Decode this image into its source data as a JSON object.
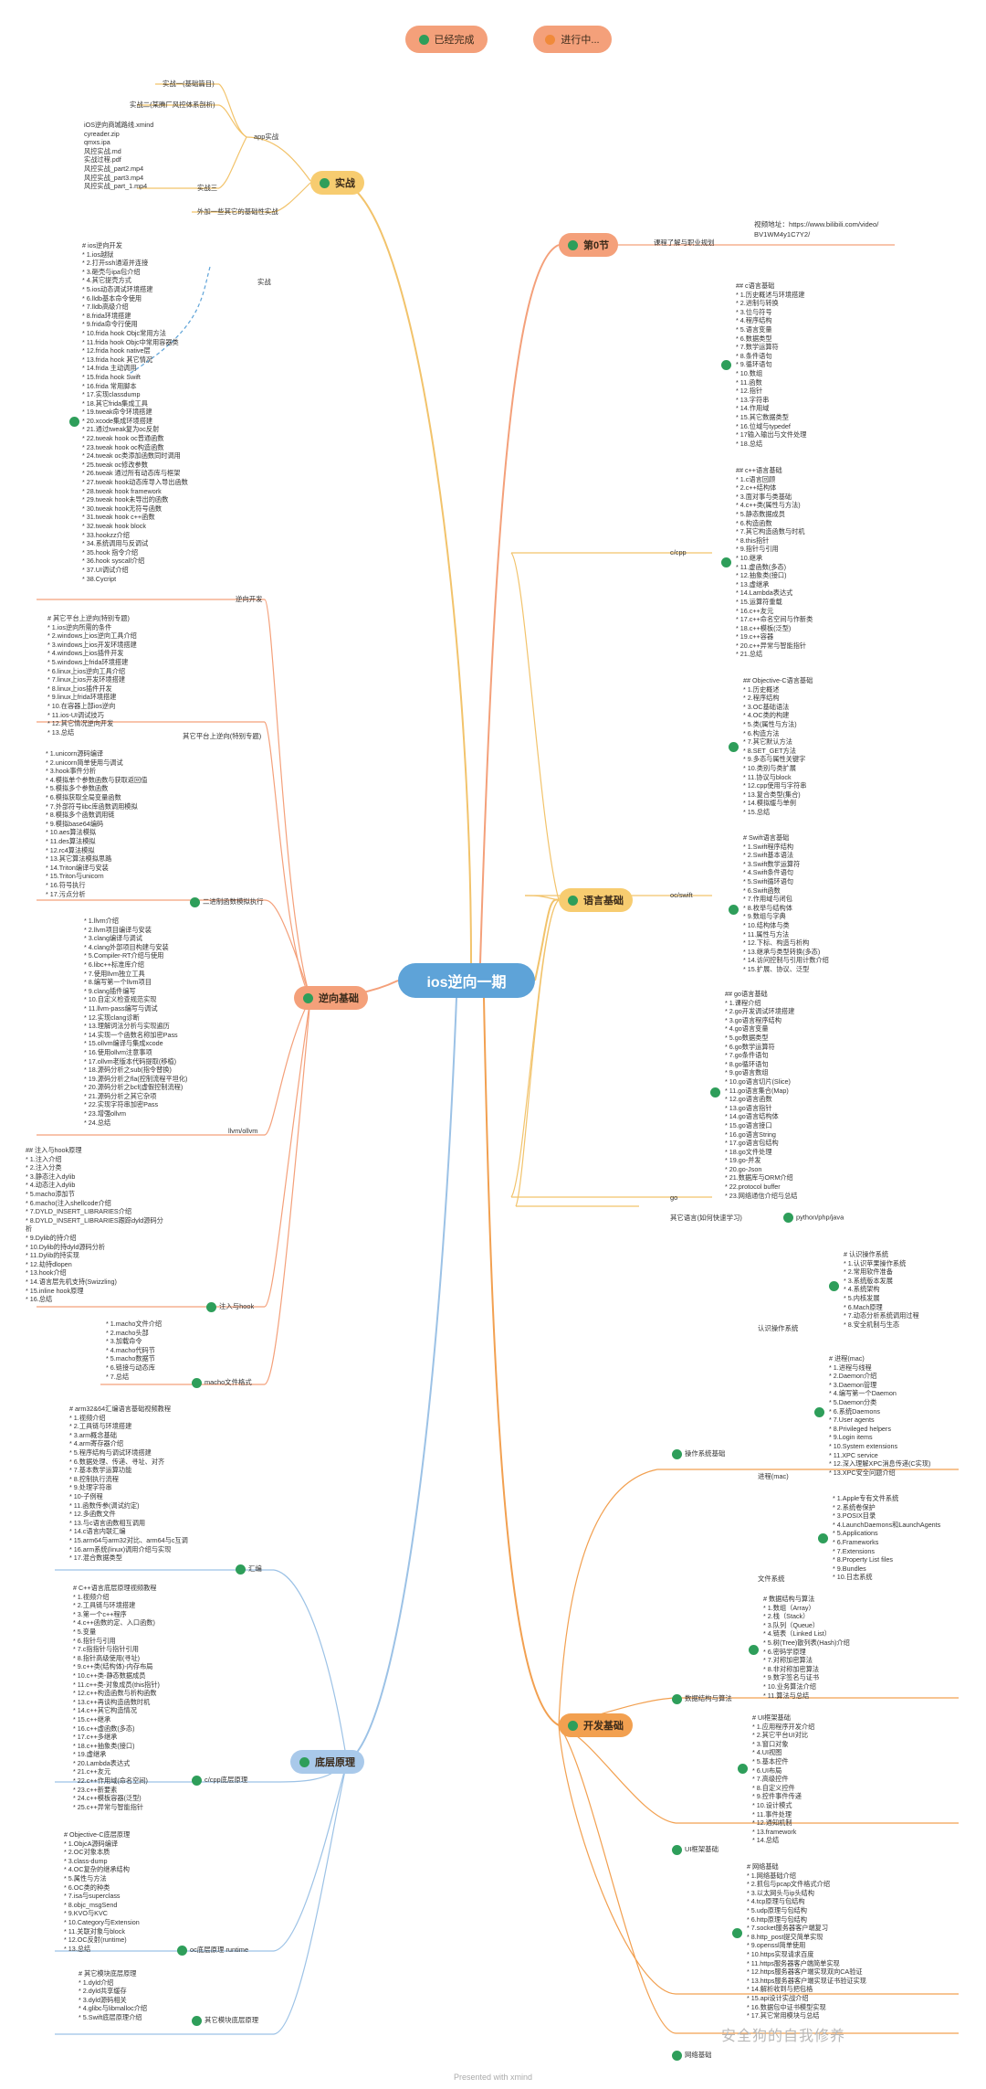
{
  "legend": {
    "done": "已经完成",
    "in_progress": "进行中..."
  },
  "root": "ios逆向一期",
  "nodes": {
    "shizhan": "实战",
    "diyijie": "第0节",
    "yuyan": "语言基础",
    "nixiang": "逆向基础",
    "kaifa": "开发基础",
    "diceng": "底层原理"
  },
  "labels": {
    "app_shizhan": "app实战",
    "shizhan1": "实战一(基础篇目)",
    "shizhan2": "实战二(某腾厂风控体系剖析)",
    "shizhan3": "实战三",
    "shizhan_other": "外加一些其它的基础性实战",
    "shizhan_curve": "实战",
    "kecheng": "课程了解与职业规划",
    "cpp": "c/cpp",
    "ocswift": "oc/swift",
    "go": "go",
    "other_lang": "其它语言(如何快速学习)",
    "python": "python/php/java",
    "nixiang_kaifa": "逆向开发",
    "qita_pingtai": "其它平台上逆向(特别专题)",
    "erjinzhi": "二进制函数模拟执行",
    "llvm": "llvm/ollvm",
    "zhuru": "注入与hook",
    "macho": "macho文件格式",
    "huibian": "汇编",
    "ccpp_diceng": "c/cpp底层原理",
    "oc_diceng": "oc底层原理 runtime",
    "qita_diceng": "其它模块底层原理",
    "xitong": "操作系统基础",
    "renshi": "认识操作系统",
    "jincheng": "进程(mac)",
    "wenjian": "文件系统",
    "shuju": "数据结构与算法",
    "ui": "UI框架基础",
    "wangluo": "网络基础"
  },
  "texts": {
    "shizhan3_files": "iOS逆向商城路线.xmind\ncyreader.zip\nqmxs.ipa\n风控实战.md\n实战过程.pdf\n风控实战_part2.mp4\n风控实战_part3.mp4\n风控实战_part_1.mp4",
    "video": "视频地址：https://www.bilibili.com/video/\nBV1WM4y1C7Y2/",
    "ios_re": "# ios逆向开发\n* 1.ios越狱\n* 2.打开ssh通道并连接\n* 3.砸壳与ipa包介绍\n* 4.其它提壳方式\n* 5.ios动态调试环境搭建\n* 6.lldb基本命令使用\n* 7.lldb高级介绍\n* 8.frida环境搭建\n* 9.frida命令行使用\n* 10.frida hook Objc常用方法\n* 11.frida hook Objc中常用容器类\n* 12.frida hook native层\n* 13.frida hook 其它情况\n* 14.frida 主动调用\n* 15.frida hook Swift\n* 16.frida 常用脚本\n* 17.实现classdump\n* 18.其它frida集成工具\n* 19.tweak命令环境搭建\n* 20.xcode集成环境搭建\n* 21.通过tweak复为oc反射\n* 22.tweak hook oc普通函数\n* 23.tweak hook oc构造函数\n* 24.tweak oc类添加函数同时调用\n* 25.tweak oc修改参数\n* 26.tweak 通过所有动态库与框架\n* 27.tweak hook动态库导入导出函数\n* 28.tweak hook framework\n* 29.tweak hook未导出的函数\n* 30.tweak hook无符号函数\n* 31.tweak hook c++函数\n* 32.tweak hook block\n* 33.hookzz介绍\n* 34.系统调用与反调试\n* 35.hook 指令介绍\n* 36.hook syscall介绍\n* 37.UI调试介绍\n* 38.Cycript",
    "qita": "# 其它平台上逆向(特别专题)\n* 1.ios逆向所需的条件\n* 2.windows上ios逆向工具介绍\n* 3.windows上ios开发环境搭建\n* 4.windows上ios插件开发\n* 5.windows上frida环境搭建\n* 6.linux上ios逆向工具介绍\n* 7.linux上ios开发环境搭建\n* 8.linux上ios插件开发\n* 9.linux上frida环境搭建\n* 10.在容器上部ios逆向\n* 11.ios-UI调试技巧\n* 12.其它情况逆向开发\n* 13.总结",
    "unicorn": "* 1.unicorn源码编译\n* 2.unicorn简单使用与调试\n* 3.hook事件分析\n* 4.模拟单个参数函数与获取返回值\n* 5.模拟多个参数函数\n* 6.模拟获取全局变量函数\n* 7.外部符号libc库函数调用模拟\n* 8.模拟多个函数调用链\n* 9.模拟base64编码\n* 10.aes算法模拟\n* 11.des算法模拟\n* 12.rc4算法模拟\n* 13.其它算法模拟思路\n* 14.Triton编译与安装\n* 15.Triton与unicorn\n* 16.符号执行\n* 17.污点分析",
    "llvm": "* 1.llvm介绍\n* 2.llvm项目编译与安装\n* 3.clang编译与调试\n* 4.clang外部项目构建与安装\n* 5.Compiler-RT介绍与使用\n* 6.libc++标准库介绍\n* 7.使用llvm独立工具\n* 8.编写第一个llvm项目\n* 9.clang插件编写\n* 10.自定义检查规范实现\n* 11.llvm-pass编写与调试\n* 12.实现clang诊断\n* 13.理解词法分析与实现遍历\n* 14.实现一个函数名称加密Pass\n* 15.ollvm编译与集成xcode\n* 16.使用ollvm注意事项\n* 17.ollvm老版本代码提取(移植)\n* 18.源码分析之sub(指令替换)\n* 19.源码分析之fla(控制流程平坦化)\n* 20.源码分析之bcf(虚假控制流程)\n* 21.源码分析之其它杂项\n* 22.实现字符串加密Pass\n* 23.增强ollvm\n* 24.总结",
    "hook": "## 注入与hook原理\n* 1.注入介绍\n* 2.注入分类\n* 3.静态注入dylib\n* 4.动态注入dylib\n* 5.macho添加节\n* 6.macho(注入shellcode介绍\n* 7.DYLD_INSERT_LIBRARIES介绍\n* 8.DYLD_INSERT_LIBRARIES跟踪dyld源码分\n析\n* 9.Dylib的持介绍\n* 10.Dylib的持dyld源码分析\n* 11.Dylib的持实现\n* 12.劫持dlopen\n* 13.hook介绍\n* 14.语言层先机支持(Swizzling)\n* 15.inline hook原理\n* 16.总结",
    "macho": "* 1.macho文件介绍\n* 2.macho头部\n* 3.加载命令\n* 4.macho代码节\n* 5.macho数据节\n* 6.链接与动态库\n* 7.总结",
    "arm": "# arm32&64汇编语言基础视频教程\n* 1.视频介绍\n* 2.工具链与环境搭建\n* 3.arm概念基础\n* 4.arm寄存器介绍\n* 5.程序结构与调试环境搭建\n* 6.数据处理、传递、寻址、对齐\n* 7.基本数学运算功能\n* 8.控制执行流程\n* 9.处理字符串\n* 10-子例程\n* 11.函数传参(调试约定)\n* 12.多函数文件\n* 13.与c语言函数相互调用\n* 14.c语言内联汇编\n* 15.arm64与arm32对比、arm64与c互调\n* 16.arm系统(linux)调用介绍与实现\n* 17.混合数据类型",
    "cpp_dc": "# C++语言底层原理视频教程\n* 1.视频介绍\n* 2.工具链与环境搭建\n* 3.第一个c++程序\n* 4.c++函数的定、入口函数)\n* 5.变量\n* 6.指针与引用\n* 7.c指指针与指针引用\n* 8.指针高级使用(寻址)\n* 9.c++类(结构体)-内存布局\n* 10.c++类-静态数据成员\n* 11.c++类-对象成员(this指针)\n* 12.c++构造函数与析构函数\n* 13.c++再谈构造函数时机\n* 14.c++其它构造情况\n* 15.c++继承\n* 16.c++虚函数(多态)\n* 17.c++多继承\n* 18.c++抽象类(接口)\n* 19.虚继承\n* 20.Lambda表达式\n* 21.c++友元\n* 22.c++作用域(命名空间)\n* 23.c++新要素\n* 24.c++模板容器(泛型)\n* 25.c++异常与智能指针",
    "oc_dc": "# Objective-C底层原理\n* 1.ObjcA源码编译\n* 2.OC对象本质\n* 3.class-dump\n* 4.OC复杂的继承结构\n* 5.属性与方法\n* 6.OC类的种类\n* 7.isa与superclass\n* 8.objc_msgSend\n* 9.KVO与KVC\n* 10.Category与Extension\n* 11.关联对象与block\n* 12.OC反射(runtime)\n* 13.总结",
    "mod_dc": "# 其它模块底层原理\n* 1.dyld介绍\n* 2.dyld共享缓存\n* 3.dyld源码相关\n* 4.glibc与libmalloc介绍\n* 5.Swift底层原理介绍",
    "c_lang": "## c语言基础\n* 1.历史概述与环境搭建\n* 2.进制与转换\n* 3.位与符号\n* 4.程序结构\n* 5.语言变量\n* 6.数据类型\n* 7.数学运算符\n* 8.条件语句\n* 9.循环语句\n* 10.数组\n* 11.函数\n* 12.指针\n* 13.字符串\n* 14.作用域\n* 15.其它数据类型\n* 16.位域与typedef\n* 17输入输出与文件处理\n* 18.总结",
    "cpp_lang": "## c++语言基础\n* 1.c语言回顾\n* 2.c++结构体\n* 3.面对事与类基础\n* 4.c++类(属性与方法)\n* 5.静态数据成员\n* 6.构造函数\n* 7.其它构造函数与时机\n* 8.this指针\n* 9.指针与引用\n* 10.继承\n* 11.虚函数(多态)\n* 12.抽象类(接口)\n* 13.虚继承\n* 14.Lambda表达式\n* 15.运算符重载\n* 16.c++友元\n* 17.c++命名空间与作新类\n* 18.c++模板(泛型)\n* 19.c++容器\n* 20.c++异常与智能指针\n* 21.总结",
    "oc_lang": "## Objective-C语言基础\n* 1.历史概述\n* 2.程序结构\n* 3.OC基础语法\n* 4.OC类的构建\n* 5.类(属性与方法)\n* 6.构造方法\n* 7.其它默认方法\n* 8.SET_GET方法\n* 9.多态与属性关键字\n* 10.类别与类扩展\n* 11.协议与block\n* 12.cpp使用与字符串\n* 13.复合类型(集合)\n* 14.模拟缓与单例\n* 15.总结",
    "swift_lang": "# Swift语言基础\n* 1.Swift程序结构\n* 2.Swift基本语法\n* 3.Swift数学运算符\n* 4.Swift条件语句\n* 5.Swift循环语句\n* 6.Swift函数\n* 7.作用域与闭包\n* 8.枚举与结构体\n* 9.数组与字典\n* 10.结构体与类\n* 11.属性与方法\n* 12.下标、构造与析构\n* 13.继承与类型转换(多态)\n* 14.访问控制与引用计数介绍\n* 15.扩展、协议、泛型",
    "go_lang": "## go语言基础\n* 1.课程介绍\n* 2.go开发调试环境搭建\n* 3.go语言程序结构\n* 4.go语言变量\n* 5.go数据类型\n* 6.go数学运算符\n* 7.go条件语句\n* 8.go循环语句\n* 9.go语言数组\n* 10.go语言切片(Slice)\n* 11.go语言集合(Map)\n* 12.go语言函数\n* 13.go语言指针\n* 14.go语言结构体\n* 15.go语言接口\n* 16.go语言String\n* 17.go语言包结构\n* 18.go文件处理\n* 19.go-并发\n* 20.go-Json\n* 21.数据库与ORM介绍\n* 22.protocol buffer\n* 23.网络通信介绍与总结",
    "renshi": "# 认识操作系统\n* 1.认识苹果操作系统\n* 2.常用软件准备\n* 3.系统版本发展\n* 4.系统架构\n* 5.内核发展\n* 6.Mach原理\n* 7.动态分析系统调用过程\n* 8.安全机制与生态",
    "jincheng": "# 进程(mac)\n* 1.进程与线程\n* 2.Daemon介绍\n* 3.Daemon管理\n* 4.编写第一个Daemon\n* 5.Daemon分类\n* 6.系统Daemons\n* 7.User agents\n* 8.Privileged helpers\n* 9.Login items\n* 10.System extensions\n* 11.XPC service\n* 12.深入理解XPC消息传递(C实现)\n* 13.XPC安全问题介绍",
    "wenjian": "* 1.Apple专有文件系统\n* 2.系统卷保护\n* 3.POSIX目录\n* 4.LaunchDaemons和LaunchAgents\n* 5.Applications\n* 6.Frameworks\n* 7.Extensions\n* 8.Property List files\n* 9.Bundles\n* 10.日志系统",
    "suanfa": "# 数据结构与算法\n* 1.数组（Array）\n* 2.栈（Stack）\n* 3.队列（Queue）\n* 4.链表（Linked List）\n* 5.树(Tree)散列表(Hash)介绍\n* 6.密码学原理\n* 7.对称加密算法\n* 8.非对称加密算法\n* 9.数字签名与证书\n* 10.业务算法介绍\n* 11.算法与总结",
    "ui": "# UI框架基础\n* 1.应用程序开发介绍\n* 2.其它平台UI对比\n* 3.窗口对象\n* 4.UI视图\n* 5.基本控件\n* 6.UI布局\n* 7.高级控件\n* 8.自定义控件\n* 9.控件事件传递\n* 10.设计模式\n* 11.事件处理\n* 12.通知机制\n* 13.framework\n* 14.总结",
    "wangluo": "# 网络基础\n* 1.网络基础介绍\n* 2.抓包与pcap文件格式介绍\n* 3.以太网头与ip头结构\n* 4.tcp原理与包结构\n* 5.udp原理与包结构\n* 6.http原理与包结构\n* 7.socket服务器客户端复习\n* 8.http_post提交简单实现\n* 9.openssl简单使用\n* 10.https实现请求百度\n* 11.https服务器客户端简单实现\n* 12.https服务器客户端实现双向CA验证\n* 13.https服务器客户端实现证书验证实现\n* 14.解析收到与把包格\n* 15.api设计实战介绍\n* 16.数据包中证书模型实现\n* 17.其它常用模块与总结"
  },
  "watermark": "安全狗的自我修养",
  "footer": "Presented with xmind"
}
